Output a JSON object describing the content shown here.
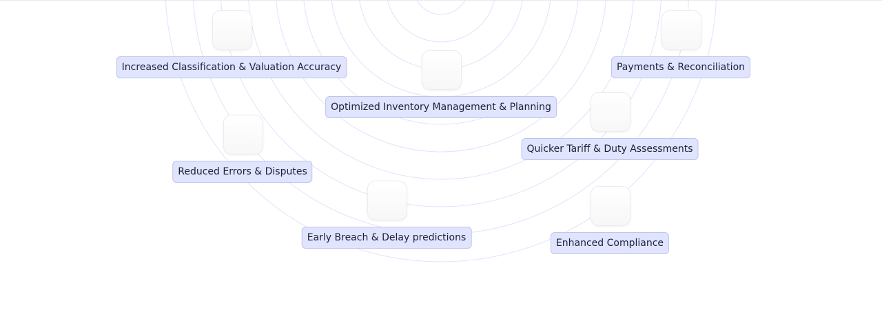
{
  "diagram": {
    "ring_color": "#dfe3fb",
    "ring_count": 10,
    "label_bg": "#e0e4fc",
    "label_border": "#bfc4ef",
    "label_text_color": "#1d1f3b"
  },
  "nodes": [
    {
      "id": "classification",
      "label": "Increased Classification & Valuation Accuracy"
    },
    {
      "id": "inventory",
      "label": "Optimized Inventory Management & Planning"
    },
    {
      "id": "payments",
      "label": "Payments & Reconciliation"
    },
    {
      "id": "tariff",
      "label": "Quicker Tariff & Duty Assessments"
    },
    {
      "id": "errors",
      "label": "Reduced Errors & Disputes"
    },
    {
      "id": "breach",
      "label": "Early Breach & Delay predictions"
    },
    {
      "id": "compliance",
      "label": "Enhanced Compliance"
    }
  ]
}
